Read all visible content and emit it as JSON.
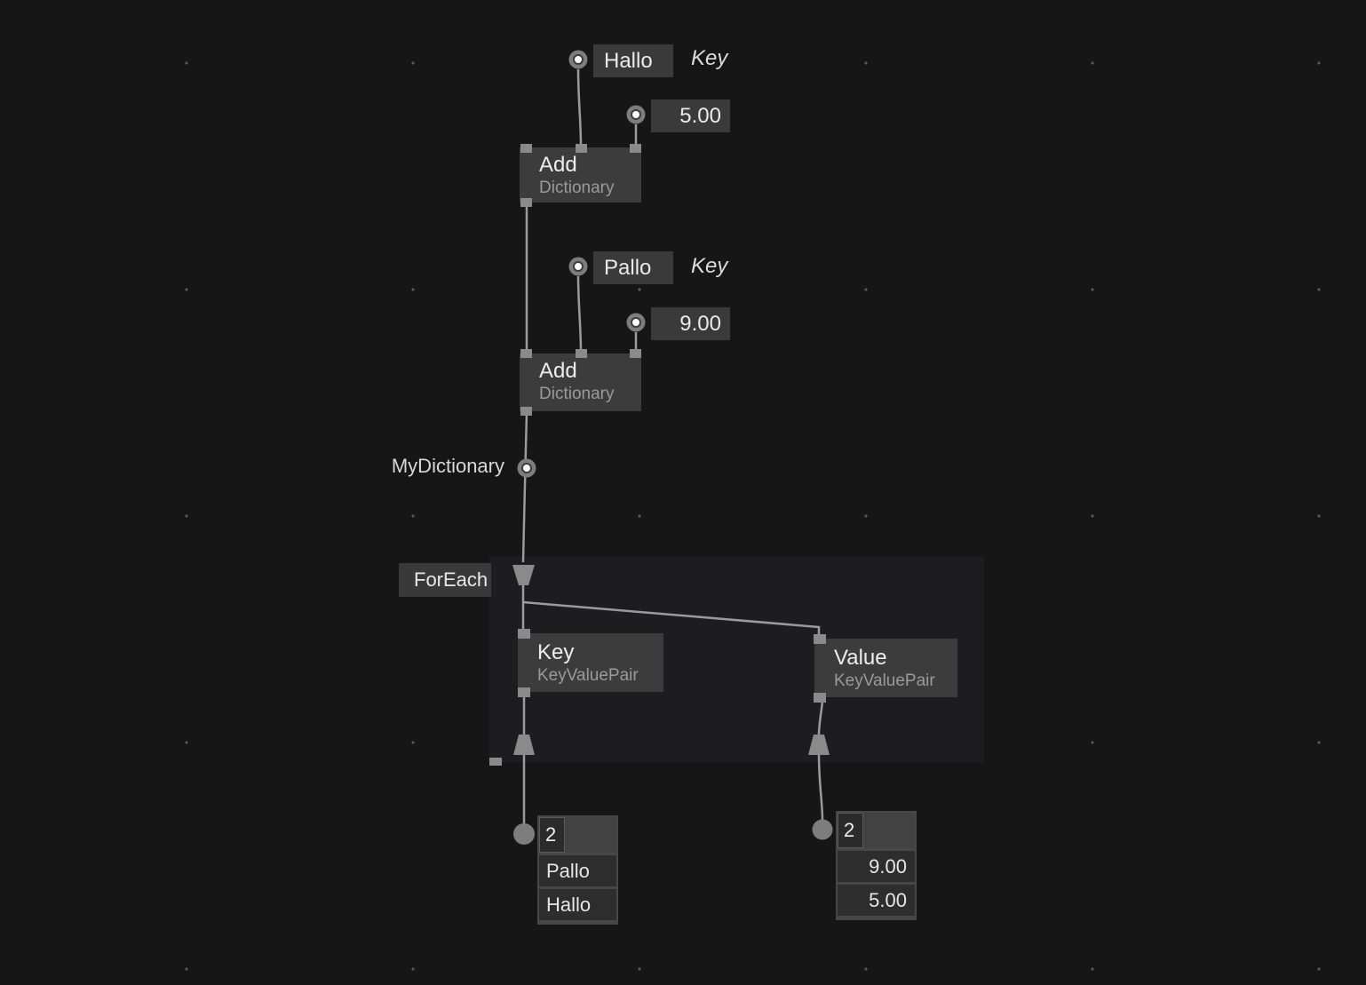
{
  "colors": {
    "background": "#161616",
    "grid_dot": "#5a5a5a",
    "region_bg": "#1d1d1f",
    "node_bg": "#3c3c3c",
    "iobox_bg": "#3a3a3a",
    "wire": "#9b9b9b",
    "pin": "#8a8a8a",
    "text_primary": "#ededed",
    "text_secondary": "#9a9a9a",
    "spread_frame": "#474747",
    "spread_cell": "#2d2d2d"
  },
  "ioboxes": {
    "key1_value": "Hallo",
    "value1": "5.00",
    "key2_value": "Pallo",
    "value2": "9.00"
  },
  "pin_labels": {
    "key1": "Key",
    "key2": "Key",
    "dictionary_link": "MyDictionary"
  },
  "nodes": {
    "add1": {
      "title": "Add",
      "subtitle": "Dictionary"
    },
    "add2": {
      "title": "Add",
      "subtitle": "Dictionary"
    },
    "key": {
      "title": "Key",
      "subtitle": "KeyValuePair"
    },
    "value": {
      "title": "Value",
      "subtitle": "KeyValuePair"
    }
  },
  "region": {
    "label": "ForEach"
  },
  "spreads": {
    "keys": {
      "count": "2",
      "rows": [
        "Pallo",
        "Hallo"
      ]
    },
    "values": {
      "count": "2",
      "rows": [
        "9.00",
        "5.00"
      ]
    }
  }
}
